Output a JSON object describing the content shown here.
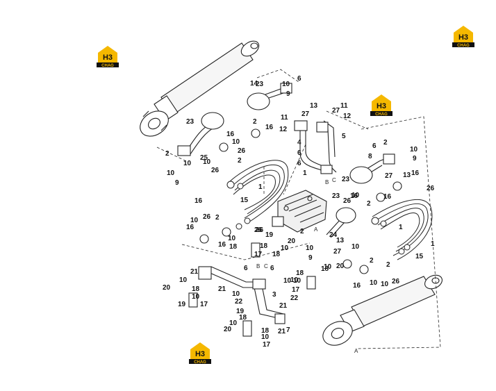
{
  "logo": {
    "mark": "H3",
    "sub": "CHAG",
    "color": "#f5b800"
  },
  "part_labels": [
    {
      "text": "1"
    },
    {
      "text": "1"
    },
    {
      "text": "1"
    },
    {
      "text": "1"
    },
    {
      "text": "2"
    },
    {
      "text": "2"
    },
    {
      "text": "2"
    },
    {
      "text": "2"
    },
    {
      "text": "2"
    },
    {
      "text": "2"
    },
    {
      "text": "2"
    },
    {
      "text": "2"
    },
    {
      "text": "2"
    },
    {
      "text": "3"
    },
    {
      "text": "4"
    },
    {
      "text": "5"
    },
    {
      "text": "6"
    },
    {
      "text": "6"
    },
    {
      "text": "6"
    },
    {
      "text": "6"
    },
    {
      "text": "6"
    },
    {
      "text": "6"
    },
    {
      "text": "7"
    },
    {
      "text": "8"
    },
    {
      "text": "9"
    },
    {
      "text": "9"
    },
    {
      "text": "9"
    },
    {
      "text": "9"
    },
    {
      "text": "10"
    },
    {
      "text": "10"
    },
    {
      "text": "10"
    },
    {
      "text": "10"
    },
    {
      "text": "10"
    },
    {
      "text": "10"
    },
    {
      "text": "10"
    },
    {
      "text": "10"
    },
    {
      "text": "10"
    },
    {
      "text": "10"
    },
    {
      "text": "10"
    },
    {
      "text": "10"
    },
    {
      "text": "10"
    },
    {
      "text": "10"
    },
    {
      "text": "10"
    },
    {
      "text": "10"
    },
    {
      "text": "10"
    },
    {
      "text": "10"
    },
    {
      "text": "10"
    },
    {
      "text": "10"
    },
    {
      "text": "10"
    },
    {
      "text": "10"
    },
    {
      "text": "10"
    },
    {
      "text": "11"
    },
    {
      "text": "11"
    },
    {
      "text": "12"
    },
    {
      "text": "12"
    },
    {
      "text": "13"
    },
    {
      "text": "13"
    },
    {
      "text": "13"
    },
    {
      "text": "14"
    },
    {
      "text": "15"
    },
    {
      "text": "15"
    },
    {
      "text": "16"
    },
    {
      "text": "16"
    },
    {
      "text": "16"
    },
    {
      "text": "16"
    },
    {
      "text": "16"
    },
    {
      "text": "16"
    },
    {
      "text": "16"
    },
    {
      "text": "16"
    },
    {
      "text": "16"
    },
    {
      "text": "17"
    },
    {
      "text": "17"
    },
    {
      "text": "17"
    },
    {
      "text": "17"
    },
    {
      "text": "18"
    },
    {
      "text": "18"
    },
    {
      "text": "18"
    },
    {
      "text": "18"
    },
    {
      "text": "18"
    },
    {
      "text": "18"
    },
    {
      "text": "18"
    },
    {
      "text": "18"
    },
    {
      "text": "19"
    },
    {
      "text": "19"
    },
    {
      "text": "19"
    },
    {
      "text": "20"
    },
    {
      "text": "20"
    },
    {
      "text": "20"
    },
    {
      "text": "20"
    },
    {
      "text": "21"
    },
    {
      "text": "21"
    },
    {
      "text": "21"
    },
    {
      "text": "21"
    },
    {
      "text": "22"
    },
    {
      "text": "22"
    },
    {
      "text": "23"
    },
    {
      "text": "23"
    },
    {
      "text": "23"
    },
    {
      "text": "23"
    },
    {
      "text": "24"
    },
    {
      "text": "25"
    },
    {
      "text": "26"
    },
    {
      "text": "26"
    },
    {
      "text": "26"
    },
    {
      "text": "26"
    },
    {
      "text": "26"
    },
    {
      "text": "26"
    },
    {
      "text": "26"
    },
    {
      "text": "26"
    },
    {
      "text": "27"
    },
    {
      "text": "27"
    },
    {
      "text": "27"
    },
    {
      "text": "27"
    }
  ],
  "port_labels": [
    {
      "text": "B"
    },
    {
      "text": "C"
    },
    {
      "text": "A"
    },
    {
      "text": "B"
    },
    {
      "text": "C"
    },
    {
      "text": "A"
    }
  ]
}
